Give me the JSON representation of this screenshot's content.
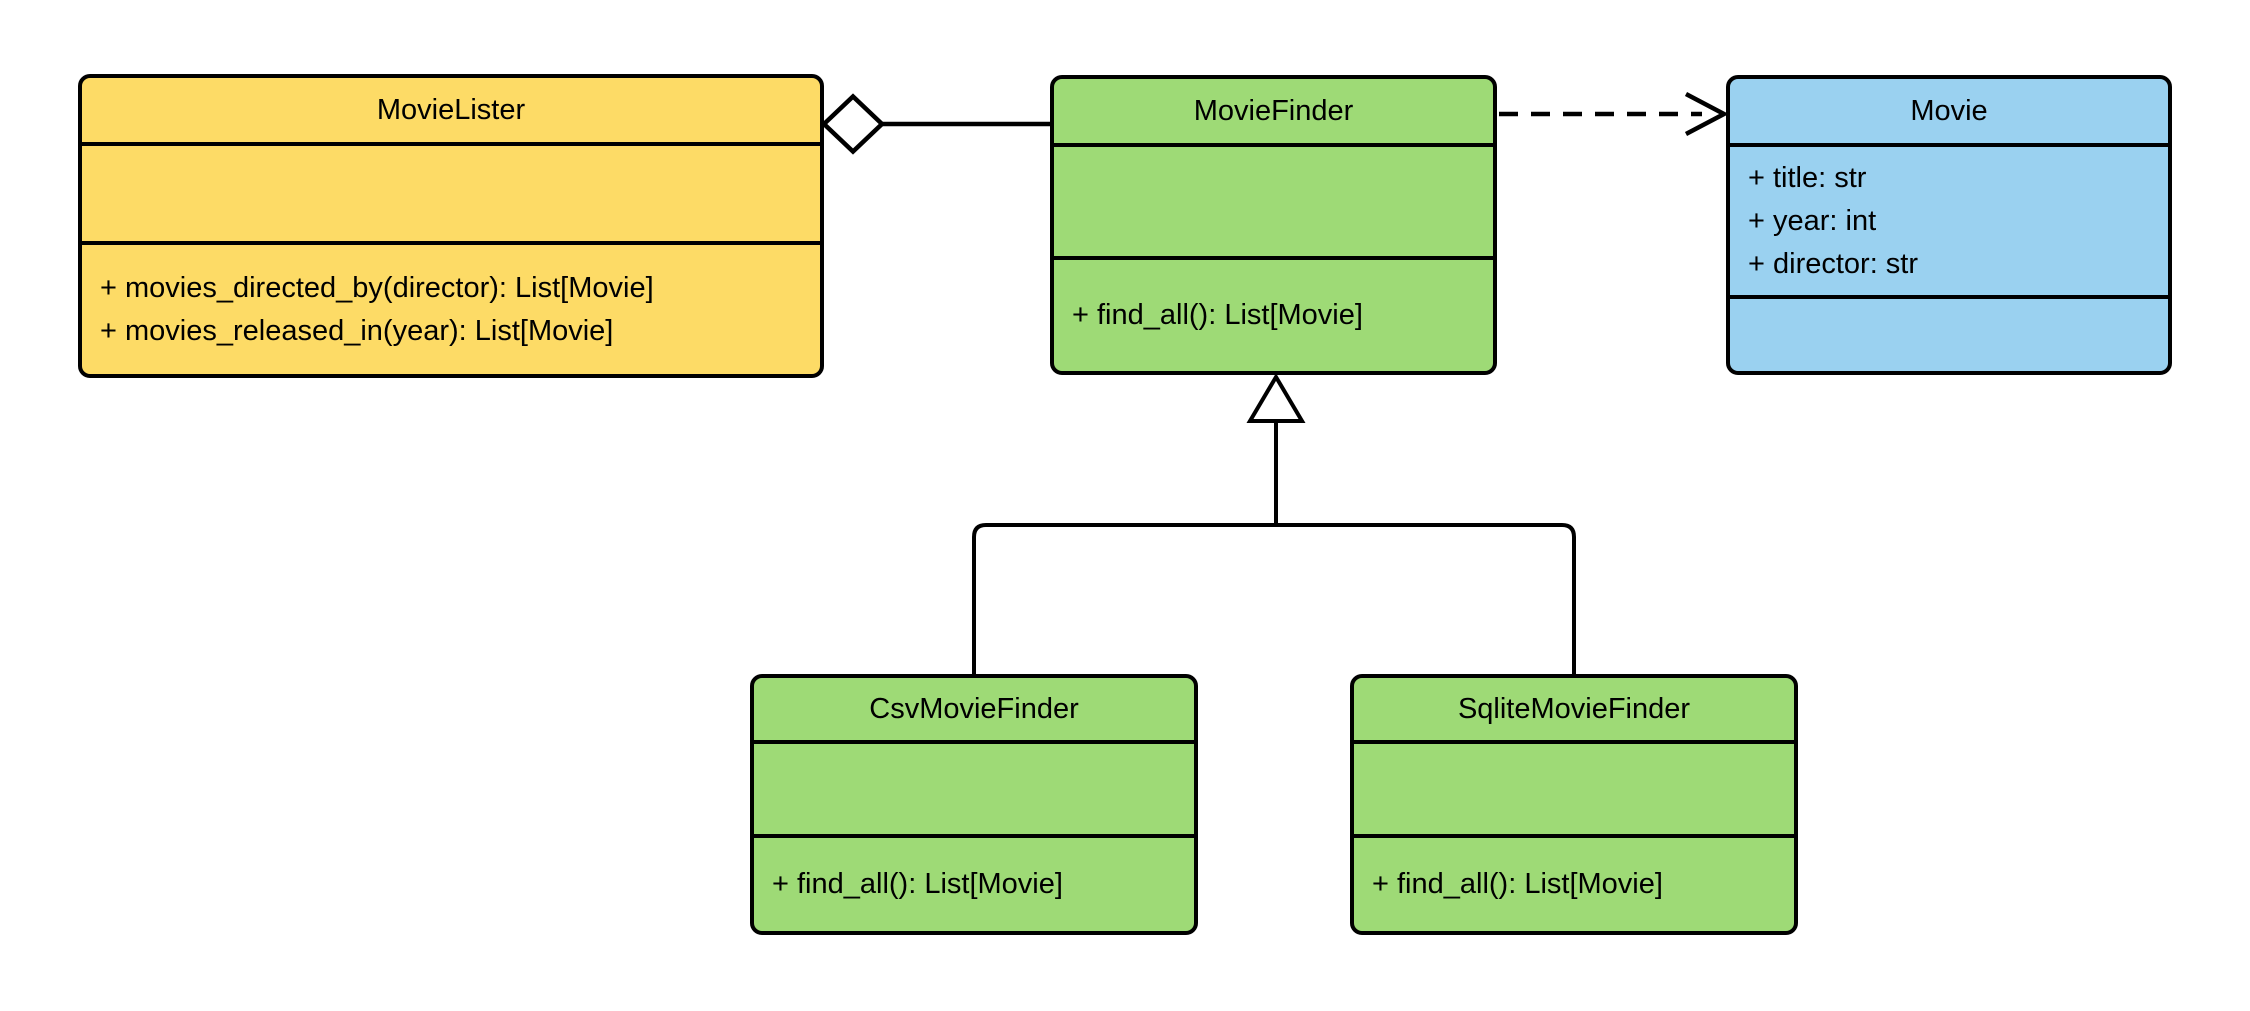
{
  "diagram": {
    "title": "MovieLister UML class diagram",
    "background_color": "#ffffff",
    "stroke_color": "#000000",
    "classes": [
      {
        "id": "movie_lister",
        "name": "MovieLister",
        "fill": "#FDDB66",
        "attributes": [],
        "methods": [
          "+ movies_directed_by(director): List[Movie]",
          "+ movies_released_in(year): List[Movie]"
        ]
      },
      {
        "id": "movie_finder",
        "name": "MovieFinder",
        "fill": "#9EDA76",
        "attributes": [],
        "methods": [
          "+ find_all(): List[Movie]"
        ]
      },
      {
        "id": "movie",
        "name": "Movie",
        "fill": "#9AD1F0",
        "attributes": [
          "+ title: str",
          "+ year: int",
          "+ director: str"
        ],
        "methods": []
      },
      {
        "id": "csv_movie_finder",
        "name": "CsvMovieFinder",
        "fill": "#9EDA76",
        "attributes": [],
        "methods": [
          "+ find_all(): List[Movie]"
        ]
      },
      {
        "id": "sqlite_movie_finder",
        "name": "SqliteMovieFinder",
        "fill": "#9EDA76",
        "attributes": [],
        "methods": [
          "+ find_all(): List[Movie]"
        ]
      }
    ],
    "relationships": [
      {
        "type": "aggregation",
        "from": "MovieLister",
        "to": "MovieFinder"
      },
      {
        "type": "dependency",
        "from": "MovieFinder",
        "to": "Movie"
      },
      {
        "type": "inheritance",
        "from": "CsvMovieFinder",
        "to": "MovieFinder"
      },
      {
        "type": "inheritance",
        "from": "SqliteMovieFinder",
        "to": "MovieFinder"
      }
    ]
  }
}
